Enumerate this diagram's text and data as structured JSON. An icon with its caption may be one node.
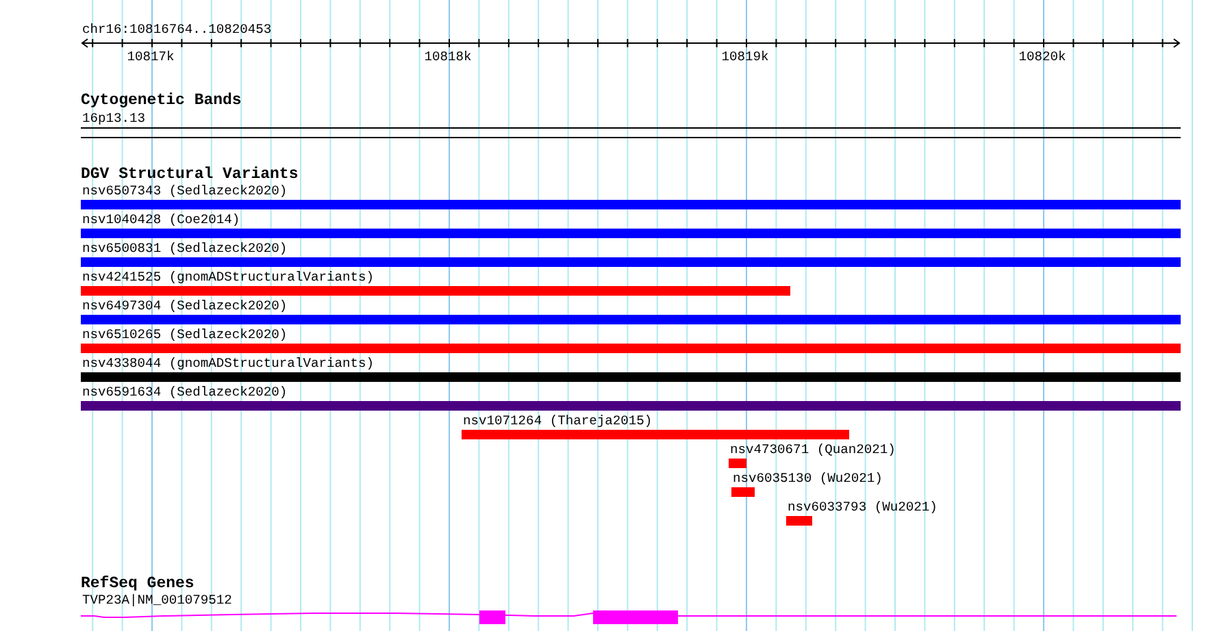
{
  "diagram": {
    "nodes": [
      {
        "text": [
          "nsv6507343 (Sedlazeck2020)"
        ]
      },
      {
        "text": [
          "nsv1040428 (Coe2014)"
        ]
      },
      {
        "text": [
          "nsv6500831 (Sedlazeck2020)"
        ]
      },
      {
        "text": [
          "nsv4241525 (gnomADStructuralVariants)"
        ]
      },
      {
        "text": [
          "nsv6497304 (Sedlazeck2020)"
        ]
      },
      {
        "text": [
          "nsv6510265 (Sedlazeck2020)"
        ]
      },
      {
        "text": [
          "nsv4338044 (gnomADStructuralVariants)"
        ]
      },
      {
        "text": [
          "nsv6591634 (Sedlazeck2020)"
        ]
      },
      {
        "text": [
          "nsv1071264 (Thareja2015)"
        ]
      },
      {
        "text": [
          "nsv4730671 (Quan2021)"
        ]
      },
      {
        "text": [
          "nsv6035130 (Wu2021)"
        ]
      },
      {
        "text": [
          "nsv6033793 (Wu2021)"
        ]
      },
      {
        "text": [
          "TVP23A|NM_001079512"
        ]
      }
    ],
    "labels": [
      "chr16:10816764..10820453",
      "10817k",
      "10818k",
      "10819k",
      "10820k",
      "Cytogenetic Bands",
      "16p13.13",
      "DGV Structural Variants",
      "RefSeq Genes"
    ]
  }
}
